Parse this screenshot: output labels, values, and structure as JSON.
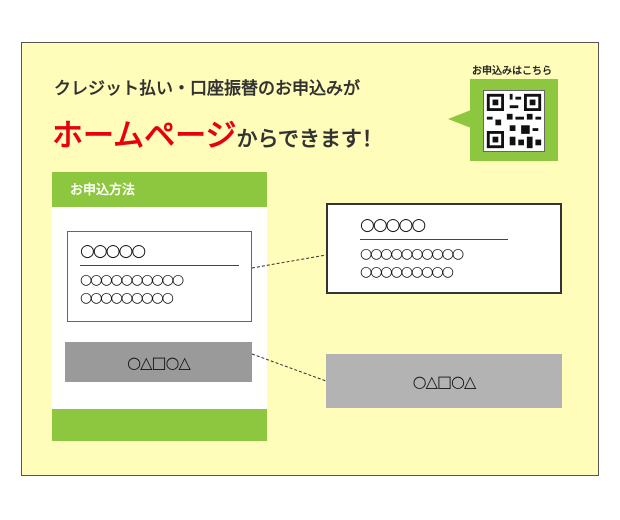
{
  "header": {
    "line1": "クレジット払い・口座振替のお申込みが",
    "highlight": "ホームページ",
    "line2_rest": "からできます！"
  },
  "qr": {
    "label": "お申込みはこちら"
  },
  "panel": {
    "title": "お申込方法",
    "card": {
      "title": "○○○○○",
      "line1": "○○○○○○○○○○",
      "line2": "○○○○○○○○○"
    },
    "button": "○△□○△"
  },
  "zoom_card": {
    "title": "○○○○○",
    "line1": "○○○○○○○○○○",
    "line2": "○○○○○○○○○"
  },
  "zoom_button": "○△□○△",
  "colors": {
    "background": "#fffdb9",
    "accent_green": "#8dc63f",
    "highlight_red": "#e60012"
  }
}
